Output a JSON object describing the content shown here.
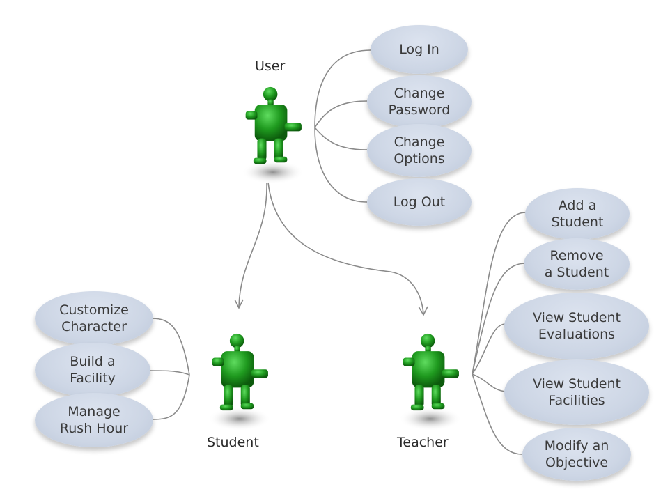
{
  "diagram": {
    "actors": {
      "user": "User",
      "student": "Student",
      "teacher": "Teacher"
    },
    "user_cases": [
      "Log In",
      "Change\nPassword",
      "Change\nOptions",
      "Log Out"
    ],
    "student_cases": [
      "Customize\nCharacter",
      "Build a\nFacility",
      "Manage\nRush Hour"
    ],
    "teacher_cases": [
      "Add a\nStudent",
      "Remove\na Student",
      "View Student\nEvaluations",
      "View Student\nFacilities",
      "Modify an\nObjective"
    ],
    "colors": {
      "actor": "#1f9a1f",
      "oval": "#cdd6e5",
      "connector": "#8a8a8a"
    }
  }
}
